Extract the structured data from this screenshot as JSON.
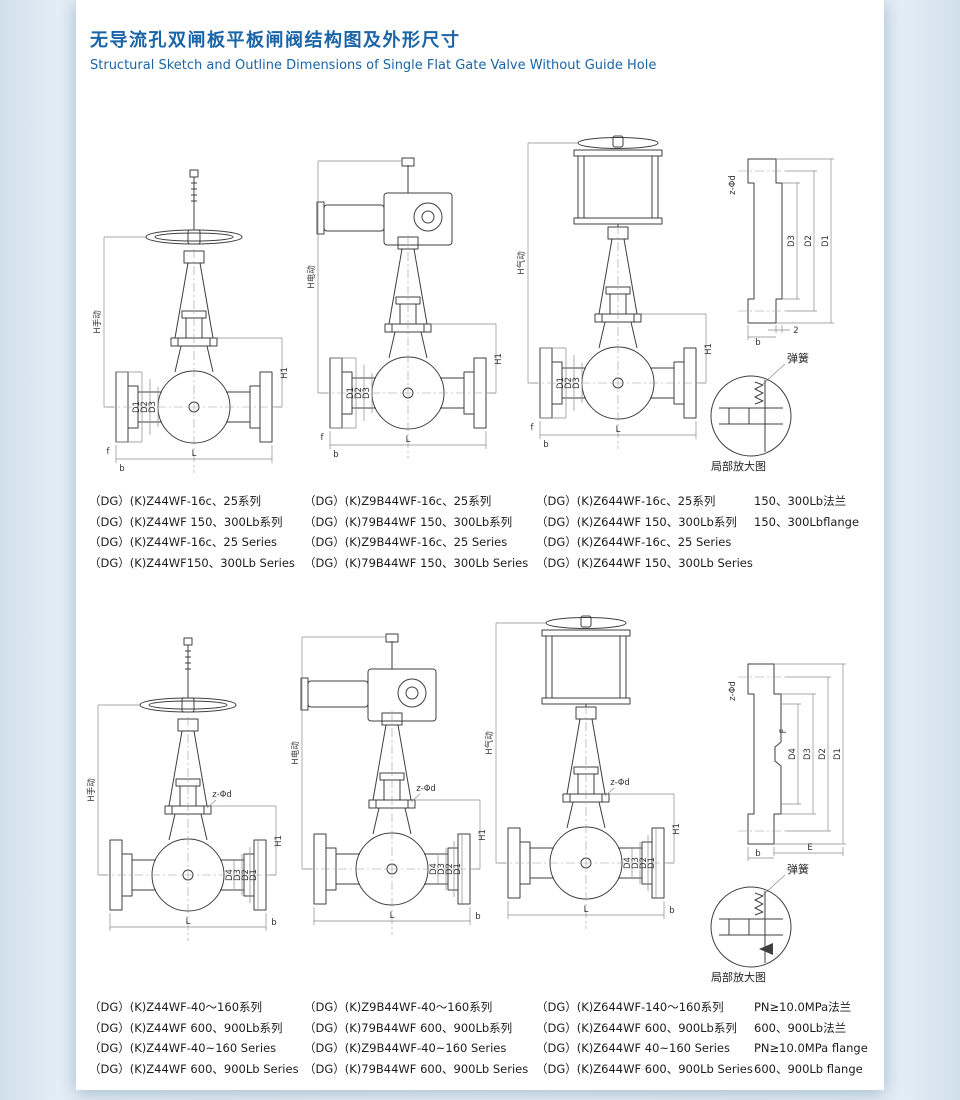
{
  "page": {
    "title_zh": "无导流孔双闸板平板闸阀结构图及外形尺寸",
    "title_en": "Structural Sketch and Outline Dimensions of Single Flat Gate Valve Without Guide Hole"
  },
  "colors": {
    "title_blue": "#1a64a8",
    "line": "#3f3f3f",
    "page_edge": "#cfdfec"
  },
  "labels": {
    "h_manual": "H手动",
    "h_electric": "H电动",
    "h_pneumatic": "H气动",
    "d1": "D1",
    "d2": "D2",
    "d3": "D3",
    "d4": "D4",
    "h1": "H1",
    "l": "L",
    "b": "b",
    "f": "f",
    "f_upper": "F",
    "e": "E",
    "two": "2",
    "z_phi_d": "z-Φd",
    "spring": "弹簧",
    "detail_caption": "局部放大图"
  },
  "top_captions": {
    "col1": [
      "（DG）(K)Z44WF-16c、25系列",
      "（DG）(K)Z44WF 150、300Lb系列",
      "（DG）(K)Z44WF-16c、25 Series",
      "（DG）(K)Z44WF150、300Lb Series"
    ],
    "col2": [
      "（DG）(K)Z9B44WF-16c、25系列",
      "（DG）(K)79B44WF 150、300Lb系列",
      "（DG）(K)Z9B44WF-16c、25 Series",
      "（DG）(K)79B44WF 150、300Lb Series"
    ],
    "col3": [
      "（DG）(K)Z644WF-16c、25系列",
      "（DG）(K)Z644WF 150、300Lb系列",
      "（DG）(K)Z644WF-16c、25 Series",
      "（DG）(K)Z644WF 150、300Lb Series"
    ],
    "col4": [
      "150、300Lb法兰",
      "150、300Lbflange"
    ]
  },
  "bottom_captions": {
    "col1": [
      "（DG）(K)Z44WF-40～160系列",
      "（DG）(K)Z44WF 600、900Lb系列",
      "（DG）(K)Z44WF-40~160 Series",
      "（DG）(K)Z44WF 600、900Lb Series"
    ],
    "col2": [
      "（DG）(K)Z9B44WF-40～160系列",
      "（DG）(K)79B44WF 600、900Lb系列",
      "（DG）(K)Z9B44WF-40~160 Series",
      "（DG）(K)79B44WF 600、900Lb Series"
    ],
    "col3": [
      "（DG）(K)Z644WF-140～160系列",
      "（DG）(K)Z644WF 600、900Lb系列",
      "（DG）(K)Z644WF 40~160 Series",
      "（DG）(K)Z644WF 600、900Lb Series"
    ],
    "col4": [
      "PN≥10.0MPa法兰",
      "600、900Lb法兰",
      "PN≥10.0MPa flange",
      "600、900Lb flange"
    ]
  }
}
